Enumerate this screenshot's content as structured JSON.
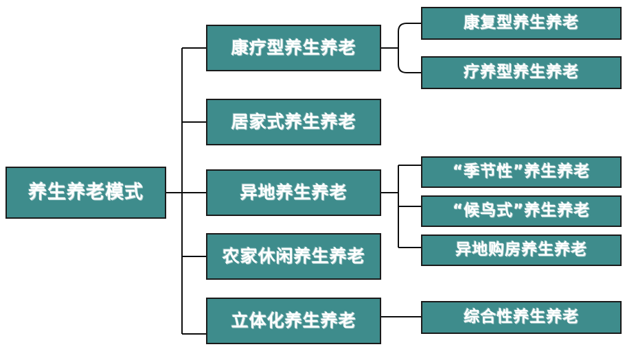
{
  "diagram": {
    "title": "养生养老模式",
    "type": "organization-tree",
    "orientation": "left-to-right",
    "colors": {
      "node_fill": "#3e8c8c",
      "node_border": "#1a1a1a",
      "node_text": "#ffffff",
      "connector": "#0d0d0d",
      "background": "#ffffff"
    },
    "root": {
      "label": "养生养老模式"
    },
    "level1": [
      {
        "label": "康疗型养生养老"
      },
      {
        "label": "居家式养生养老"
      },
      {
        "label": "异地养生养老"
      },
      {
        "label": "农家休闲养生养老"
      },
      {
        "label": "立体化养生养老"
      }
    ],
    "level2": [
      {
        "label": "康复型养生养老",
        "parent": "康疗型养生养老"
      },
      {
        "label": "疗养型养生养老",
        "parent": "康疗型养生养老"
      },
      {
        "label": "“季节性”养生养老",
        "parent": "异地养生养老"
      },
      {
        "label": "“候鸟式”养生养老",
        "parent": "异地养生养老"
      },
      {
        "label": "异地购房养生养老",
        "parent": "异地养生养老"
      },
      {
        "label": "综合性养生养老",
        "parent": "立体化养生养老"
      }
    ]
  }
}
